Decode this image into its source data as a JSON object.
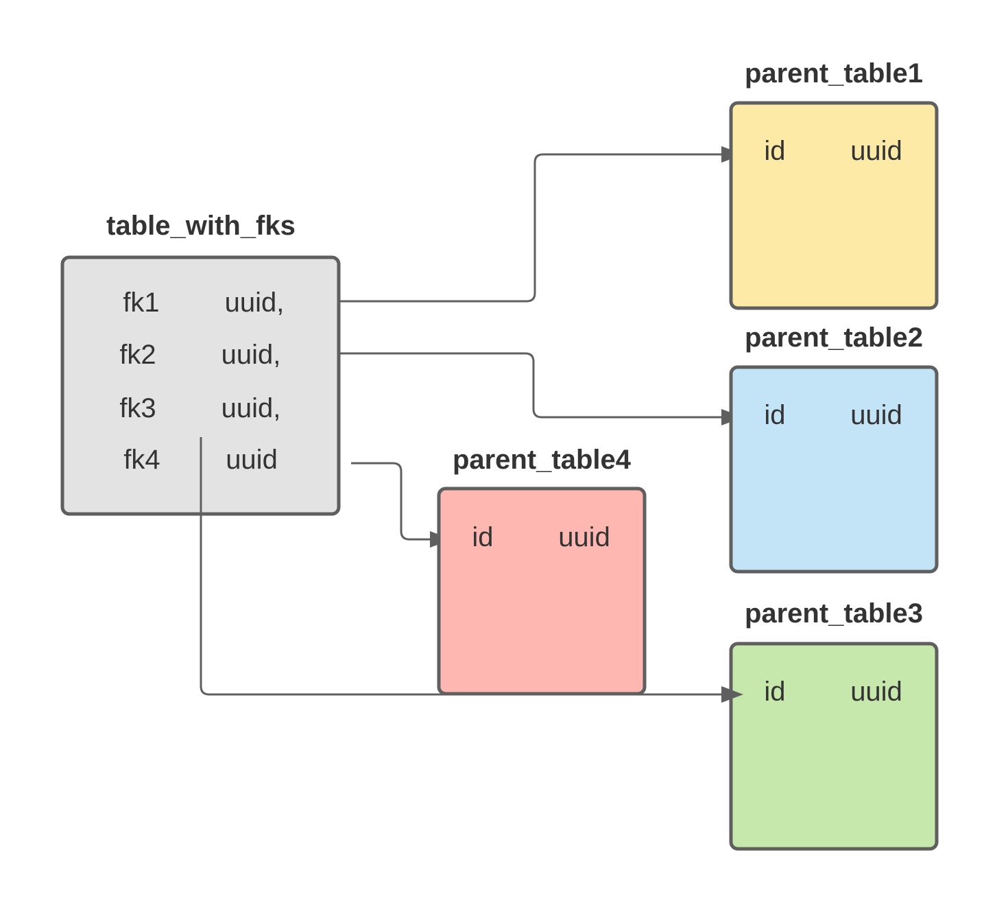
{
  "tables": {
    "child": {
      "title": "table_with_fks",
      "fill": "#e3e3e3",
      "rows": [
        {
          "name": "fk1",
          "type": "uuid,"
        },
        {
          "name": "fk2",
          "type": "uuid,"
        },
        {
          "name": "fk3",
          "type": "uuid,"
        },
        {
          "name": "fk4",
          "type": "uuid"
        }
      ]
    },
    "parent1": {
      "title": "parent_table1",
      "fill": "#fdeaa7",
      "col_name": "id",
      "col_type": "uuid"
    },
    "parent2": {
      "title": "parent_table2",
      "fill": "#c3e3f6",
      "col_name": "id",
      "col_type": "uuid"
    },
    "parent3": {
      "title": "parent_table3",
      "fill": "#c7e8ac",
      "col_name": "id",
      "col_type": "uuid"
    },
    "parent4": {
      "title": "parent_table4",
      "fill": "#ffb8b1",
      "col_name": "id",
      "col_type": "uuid"
    }
  },
  "colors": {
    "border": "#5f5f5f",
    "text": "#333333",
    "background": "#ffffff"
  }
}
